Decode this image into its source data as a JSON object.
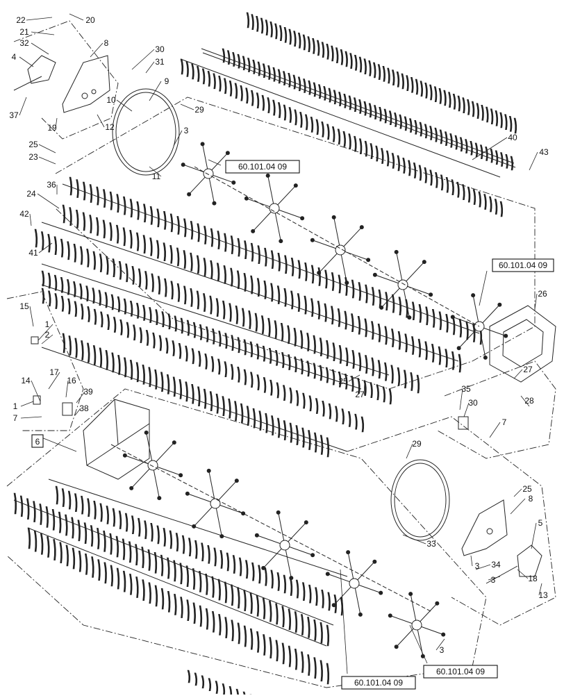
{
  "diagram": {
    "callouts": [
      "22",
      "20",
      "21",
      "32",
      "8",
      "4",
      "30",
      "31",
      "37",
      "9",
      "10",
      "29",
      "19",
      "12",
      "3",
      "25",
      "23",
      "40",
      "43",
      "24",
      "36",
      "42",
      "41",
      "60.101.04 09",
      "11",
      "60.101.04 09",
      "15",
      "1",
      "2",
      "26",
      "14",
      "17",
      "16",
      "39",
      "1",
      "38",
      "7",
      "6",
      "25",
      "27",
      "27",
      "28",
      "35",
      "30",
      "7",
      "29",
      "25",
      "8",
      "5",
      "33",
      "34",
      "3",
      "18",
      "3",
      "13",
      "60.101.04 09",
      "60.101.04 09",
      "3"
    ],
    "boxed_callouts": [
      "6"
    ]
  }
}
